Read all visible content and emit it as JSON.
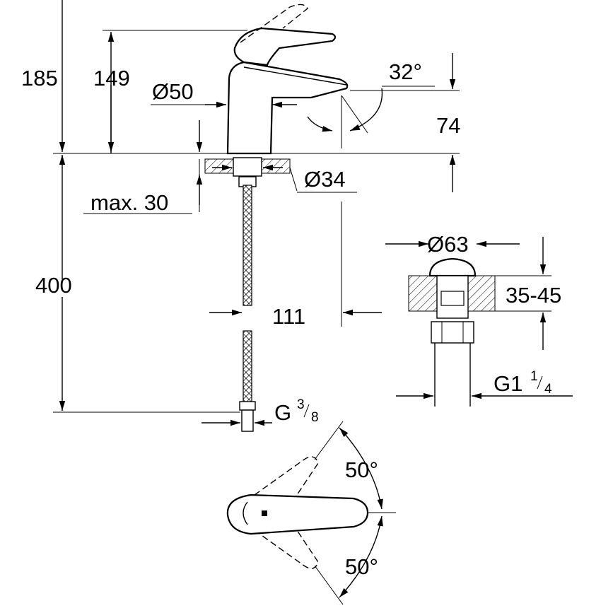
{
  "drawing": {
    "dimensions": {
      "total_height": "185",
      "spout_height": "149",
      "body_diameter": "Ø50",
      "spout_angle": "32°",
      "spout_clearance": "74",
      "hole_diameter": "Ø34",
      "max_deck": "max. 30",
      "hose_length": "400",
      "projection": "111",
      "waste_diameter": "Ø63",
      "waste_range": "35-45",
      "waste_thread_main": "G1",
      "waste_thread_num": "1",
      "waste_thread_den": "4",
      "hose_thread_main": "G",
      "hose_thread_num": "3",
      "hose_thread_den": "8",
      "lever_angle_top": "50°",
      "lever_angle_bottom": "50°"
    },
    "colors": {
      "line": "#000000",
      "background": "#ffffff"
    }
  }
}
